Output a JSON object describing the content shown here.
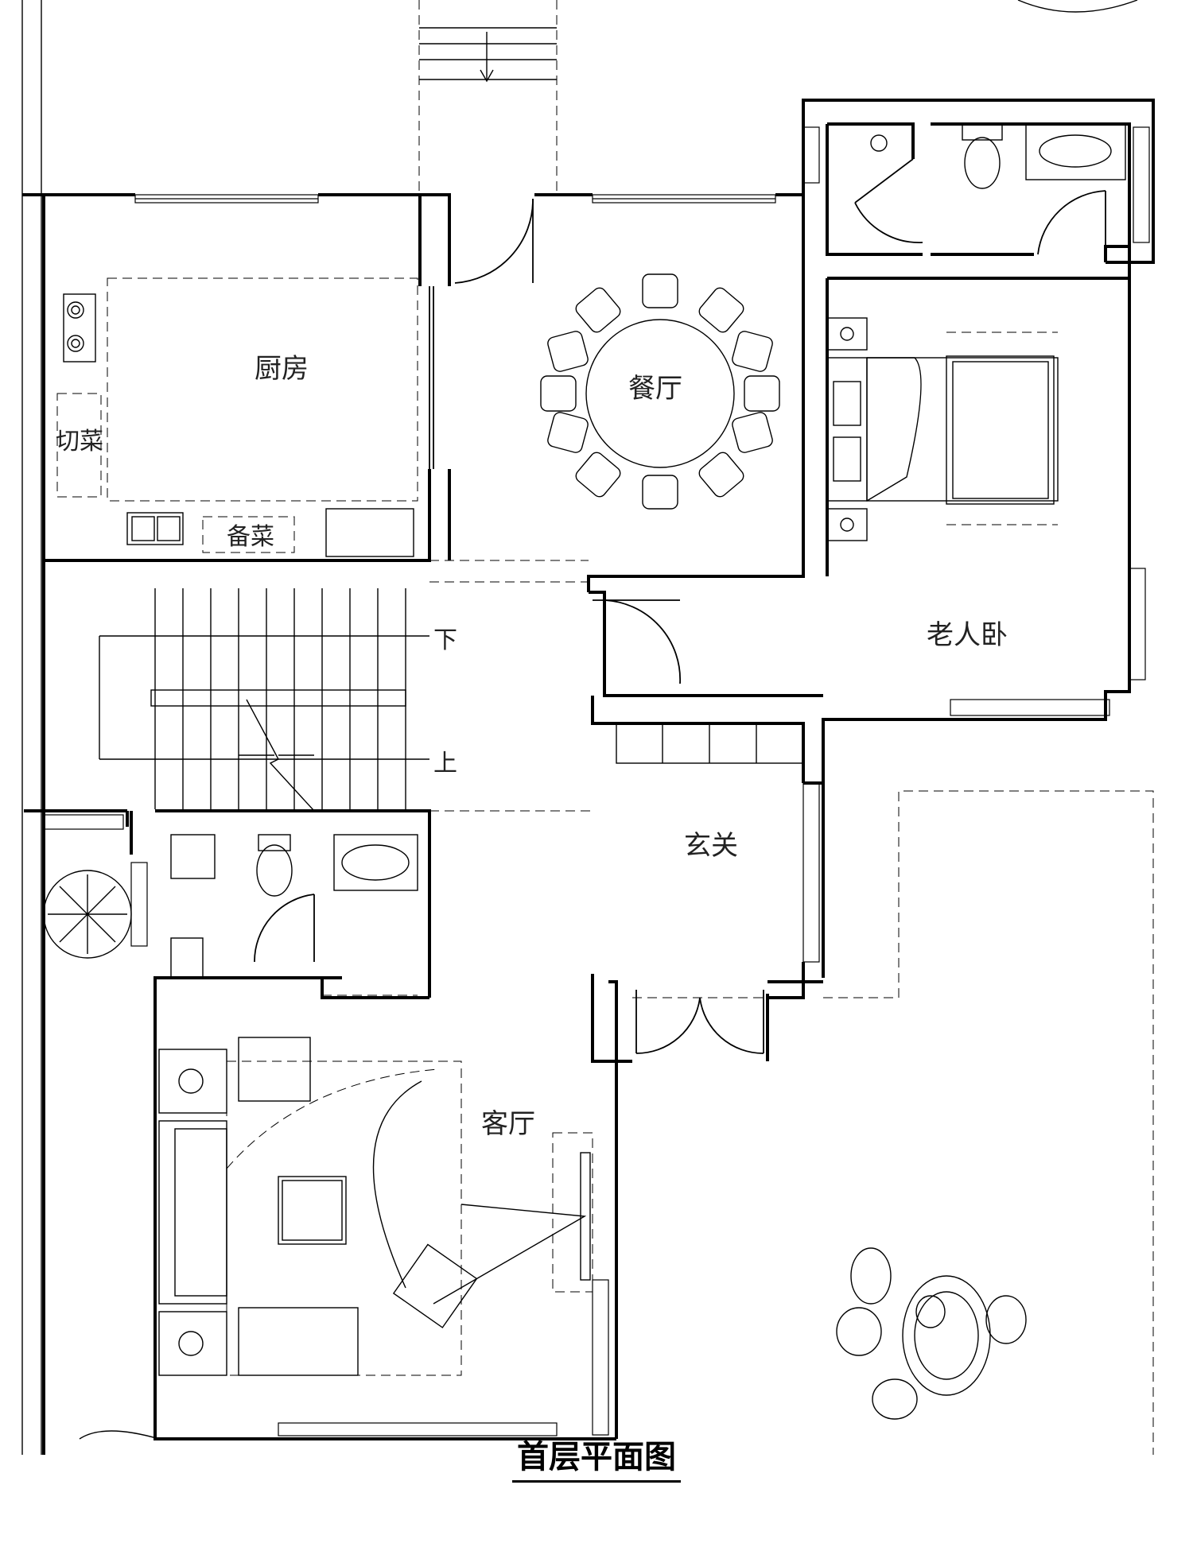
{
  "drawing_title": "首层平面图",
  "rooms": {
    "kitchen": "厨房",
    "dining": "餐厅",
    "elder_bedroom": "老人卧",
    "foyer": "玄关",
    "living": "客厅"
  },
  "fixtures": {
    "cutting": "切菜",
    "prep": "备菜"
  },
  "stairs": {
    "down": "下",
    "up": "上"
  }
}
